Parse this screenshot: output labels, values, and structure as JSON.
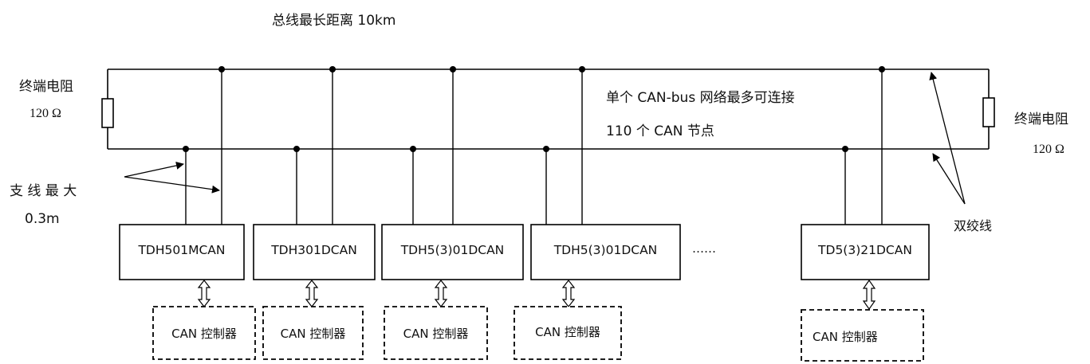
{
  "bus": {
    "max_length": "总线最长距离 10km",
    "node_limit_line1": "单个 CAN-bus 网络最多可连接",
    "node_limit_line2": "110 个 CAN 节点",
    "twisted_pair": "双绞线"
  },
  "terminator_left": {
    "label": "终端电阻",
    "value": "120 Ω"
  },
  "terminator_right": {
    "label": "终端电阻",
    "value": "120 Ω"
  },
  "branch": {
    "line1": "支 线 最 大",
    "line2": "0.3m"
  },
  "ellipsis": "……",
  "nodes": [
    {
      "name": "TDH501MCAN",
      "controller": "CAN 控制器"
    },
    {
      "name": "TDH301DCAN",
      "controller": "CAN 控制器"
    },
    {
      "name": "TDH5(3)01DCAN",
      "controller": "CAN 控制器"
    },
    {
      "name": "TDH5(3)01DCAN",
      "controller": "CAN 控制器"
    },
    {
      "name": "TD5(3)21DCAN",
      "controller": "CAN 控制器"
    }
  ]
}
